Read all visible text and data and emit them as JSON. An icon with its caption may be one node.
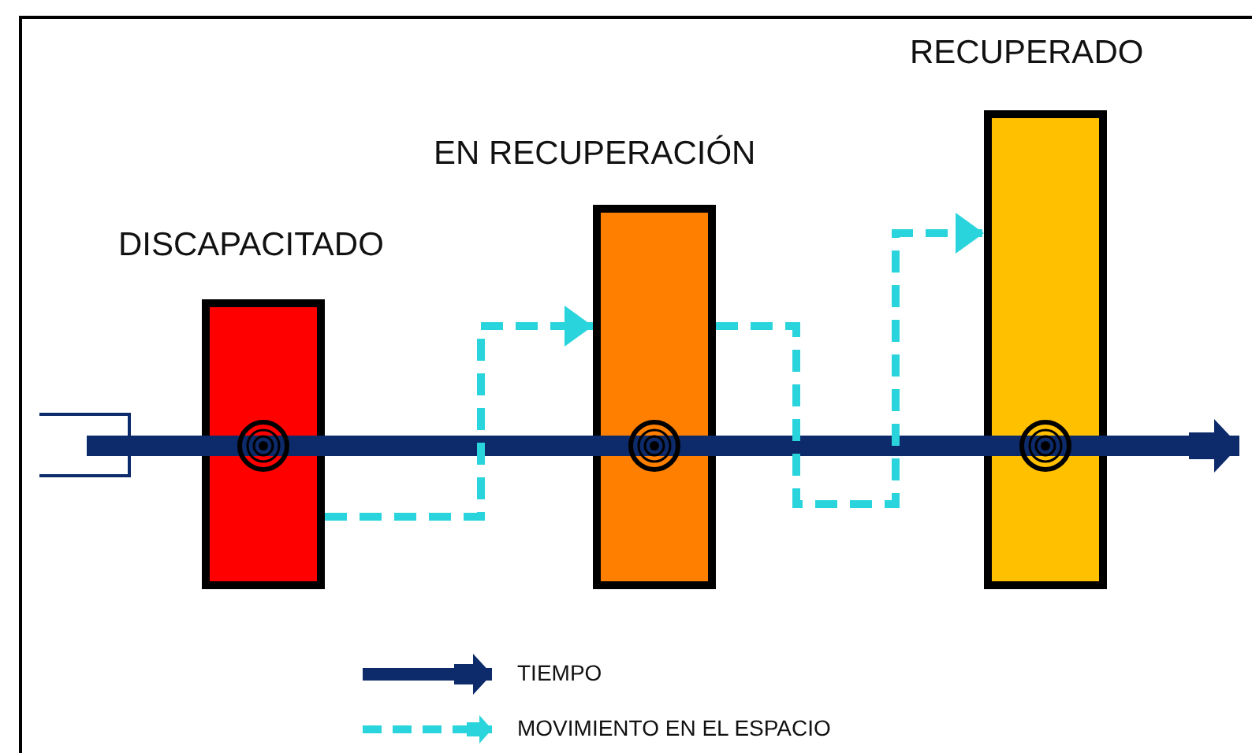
{
  "diagram": {
    "nodes": [
      {
        "text": [
          "DISCAPACITADO"
        ]
      },
      {
        "text": [
          "EN RECUPERACIÓN"
        ]
      },
      {
        "text": [
          "RECUPERADO"
        ]
      }
    ],
    "edges": [
      {
        "from": 0,
        "to": 1,
        "arrow": "to",
        "style": "dashed"
      },
      {
        "from": 1,
        "to": 2,
        "arrow": "to",
        "style": "dashed"
      }
    ],
    "legend": [
      {
        "text": "TIEMPO"
      },
      {
        "text": "MOVIMIENTO EN EL ESPACIO"
      }
    ]
  }
}
